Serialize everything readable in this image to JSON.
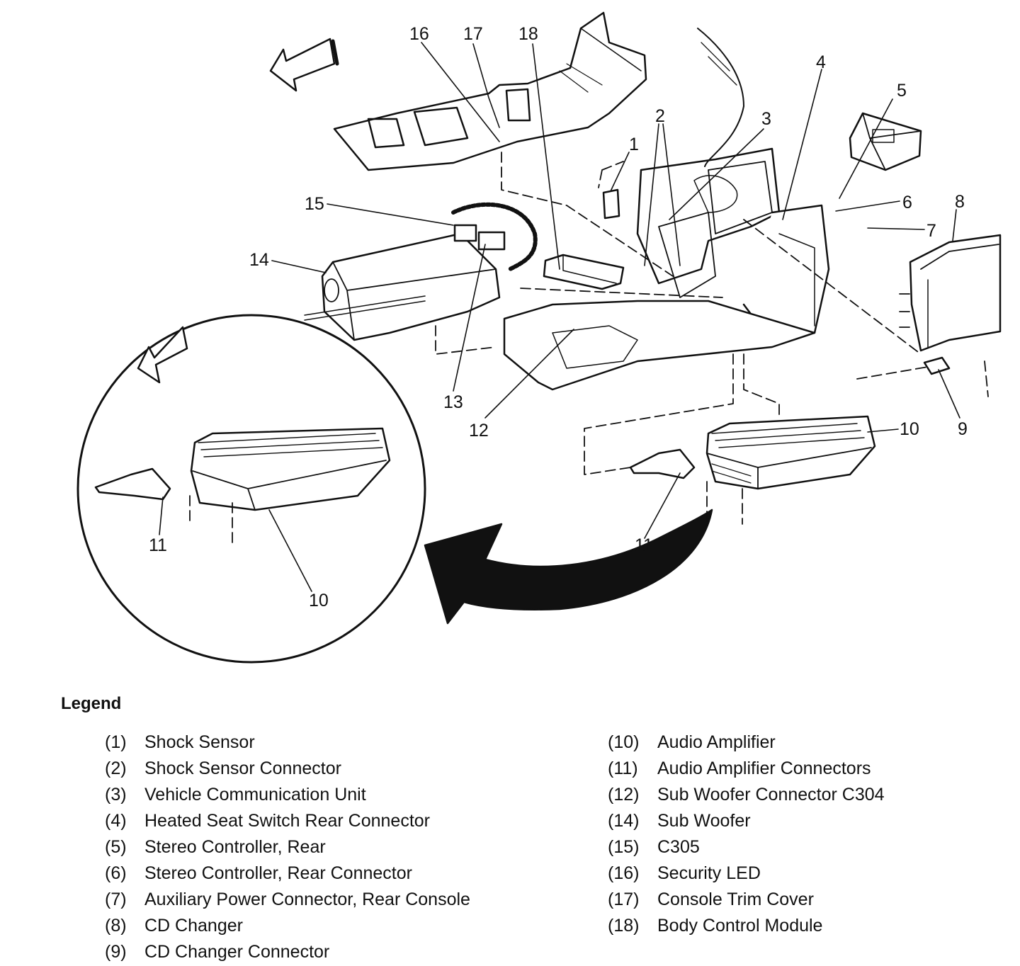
{
  "callouts": [
    "1",
    "2",
    "3",
    "4",
    "5",
    "6",
    "7",
    "8",
    "9",
    "10",
    "11",
    "12",
    "13",
    "14",
    "15",
    "16",
    "17",
    "18"
  ],
  "legend": {
    "title": "Legend",
    "left": [
      {
        "num": "(1)",
        "text": "Shock Sensor"
      },
      {
        "num": "(2)",
        "text": "Shock Sensor Connector"
      },
      {
        "num": "(3)",
        "text": "Vehicle Communication Unit"
      },
      {
        "num": "(4)",
        "text": "Heated Seat Switch Rear Connector"
      },
      {
        "num": "(5)",
        "text": "Stereo Controller, Rear"
      },
      {
        "num": "(6)",
        "text": "Stereo Controller, Rear Connector"
      },
      {
        "num": "(7)",
        "text": "Auxiliary Power Connector, Rear Console"
      },
      {
        "num": "(8)",
        "text": "CD Changer"
      },
      {
        "num": "(9)",
        "text": "CD Changer Connector"
      }
    ],
    "right": [
      {
        "num": "(10)",
        "text": "Audio Amplifier"
      },
      {
        "num": "(11)",
        "text": "Audio Amplifier Connectors"
      },
      {
        "num": "(12)",
        "text": "Sub Woofer Connector C304"
      },
      {
        "num": "(14)",
        "text": "Sub Woofer"
      },
      {
        "num": "(15)",
        "text": "C305"
      },
      {
        "num": "(16)",
        "text": "Security LED"
      },
      {
        "num": "(17)",
        "text": "Console Trim Cover"
      },
      {
        "num": "(18)",
        "text": "Body Control Module"
      }
    ]
  }
}
